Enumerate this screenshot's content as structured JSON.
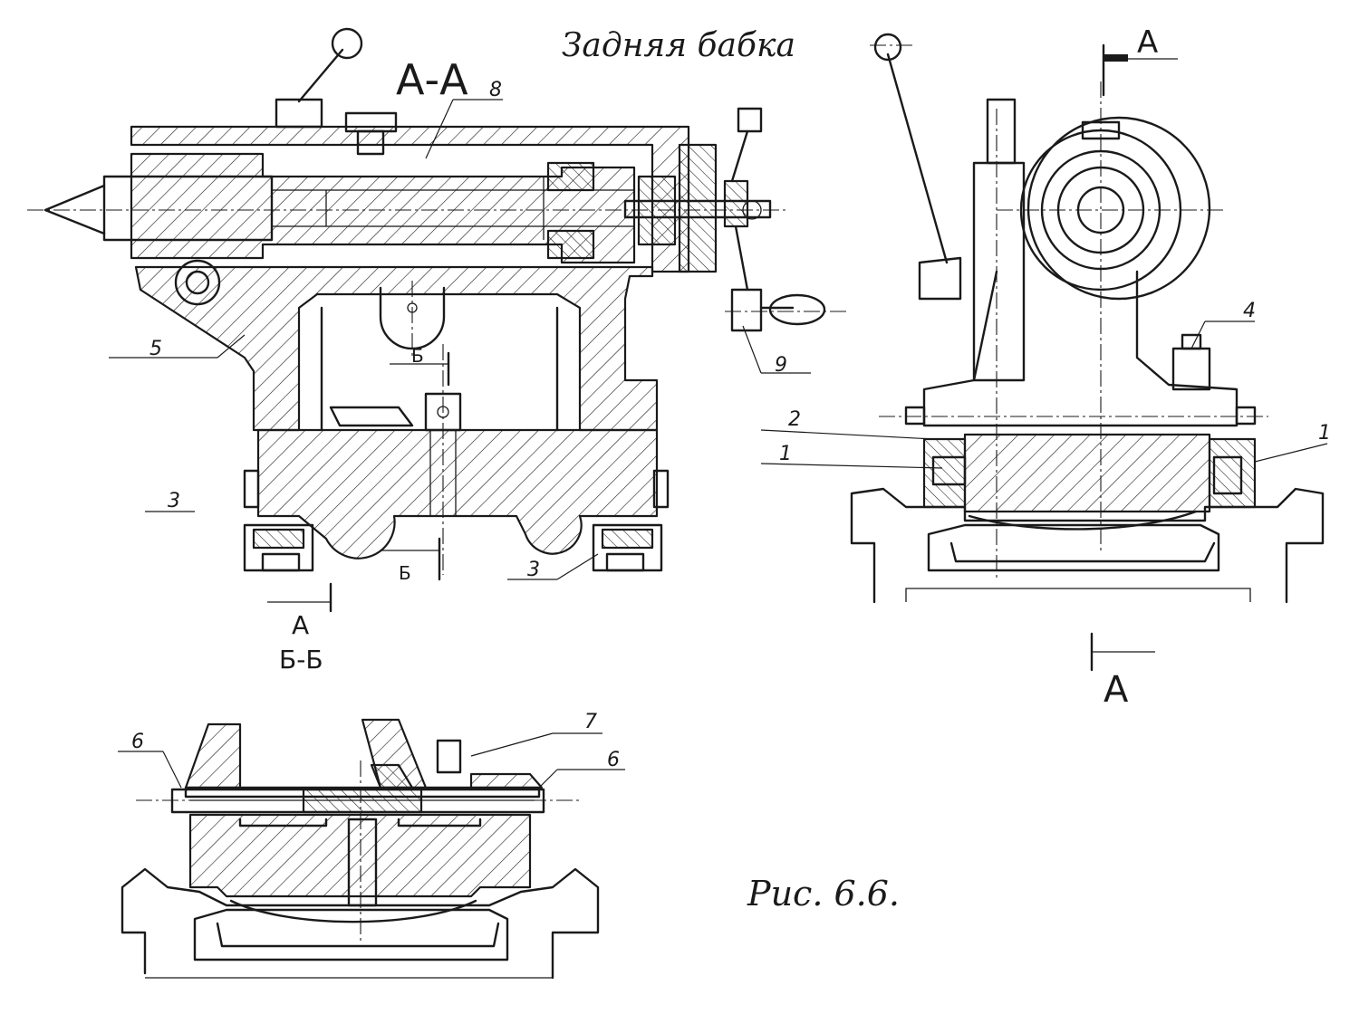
{
  "title": "Задняя бабка",
  "figure_caption": "Рис. 6.6.",
  "section_labels": {
    "aa_main": "А-А",
    "a_bottom_left": "А",
    "bb_section": "Б-Б",
    "a_top_right": "А",
    "a_bottom_right": "А",
    "b_upper": "Б",
    "b_lower": "Б"
  },
  "callouts": {
    "c8": "8",
    "c9": "9",
    "c5": "5",
    "c3_left": "3",
    "c3_bottom": "3",
    "c4": "4",
    "c2": "2",
    "c1_left": "1",
    "c1_right": "1",
    "c7": "7",
    "c6_left": "6",
    "c6_right": "6"
  }
}
